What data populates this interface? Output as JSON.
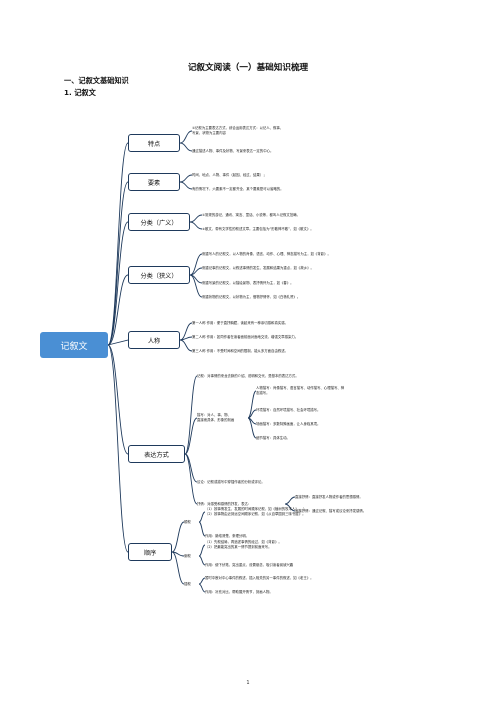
{
  "page": {
    "title": "记叙文阅读（一）基础知识梳理",
    "section1": "一、记叙文基础知识",
    "section2": "1. 记叙文",
    "page_number": "1"
  },
  "map": {
    "root": "记叙文",
    "features": {
      "label": "特点",
      "items": [
        "①记叙为主要表达方式，综合运用表达方式：以记人、叙事、",
        "写景、状物为主要内容",
        "通过描述人物、事件及状物、写景来表达一定的中心。"
      ]
    },
    "elements": {
      "label": "要素",
      "items": [
        "时间、地点、人物、事件（起因、经过、结果）；",
        "有的情况下，六要素不一定都齐全，某个要素是可以省略的。"
      ]
    },
    "broad": {
      "label": "分类（广义）",
      "items": [
        "①常规的游记、通讯、寓言、童话、小说等，都叫人记叙文范畴。",
        "②散文，带有文学性的叙述文章。主要包括为“形散神不散”，如《散文》。"
      ]
    },
    "narrow": {
      "label": "分类（狭义）",
      "items": [
        "侧重写人的记叙文，以人物的肖像、语言、动作、心理、神态描写为主，如《背影》。",
        "侧重记事的记叙文，以叙述事情的发生、发展和结果为重点，如《故乡》。",
        "侧重写景的记叙文，以描绘景物、表抒情怀为主，如《春》。",
        "侧重状物的记叙文，以状物为主，借物抒情怀，如《白杨礼赞》。"
      ]
    },
    "person": {
      "label": "人称",
      "items": [
        "第一人称  作用：便于直抒胸臆，读起来有一种亲切感和真实感。",
        "第二人称  作用：如同作者在读者面前面对面地交流，增强文章感染力。",
        "第三人称  作用：不受时间和空间的限制，能从多方面自由叙述。"
      ]
    },
    "expression": {
      "label": "表达方式",
      "items": {
        "narration": "记叙：对事情的来龙去脉的介绍、说明和交代，是基本的表达方式。",
        "description_label": "描写：对人、事、物、",
        "description_label2": "直接而具体、形象的刻画",
        "desc_sub": [
          "人物描写：肖像描写、语言描写、动作描写、心理描写、神",
          "态描写。",
          "环境描写：自然环境描写、社会环境描写。",
          "场面描写：多数特殊画面，让人身临其境。",
          "细节描写：具体生动。"
        ],
        "discussion": "议论：记叙或描写中穿插作者的分析或评论。",
        "lyric": "抒情：对感受和感情的抒发，表达：",
        "lyric_sub": [
          "直接抒情：直接抒发人物或作者的思想感情。",
          "间接抒情：通过记叙、描写或议论来抒发感情。"
        ]
      }
    },
    "order": {
      "label": "顺序",
      "groups": [
        {
          "name": "顺叙",
          "items": [
            "（1）按事情发生、发展的时间顺序记叙，如《植树的牧羊人》。  ）",
            "（2）按事物由近到远空间顺序记叙，如《从百草园到三味书屋》。",
            "作用：脉络清楚，条理分明。"
          ]
        },
        {
          "name": "倒叙",
          "items": [
            "（1）先叙结局，再追述事情的经过，如《背影》。",
            "（2）把最能突出的某一情节提到前面来写。",
            "作用：使下伏笔，突出重点，设置悬念，吸引读者阅读兴趣"
          ]
        },
        {
          "name": "插叙",
          "items": [
            "暂时中断对中心事件的叙述，插入相关的另一事件的叙述，如《老王》。",
            "作用：补充对比，帮助展开情节，刻画人物。"
          ]
        }
      ]
    }
  }
}
